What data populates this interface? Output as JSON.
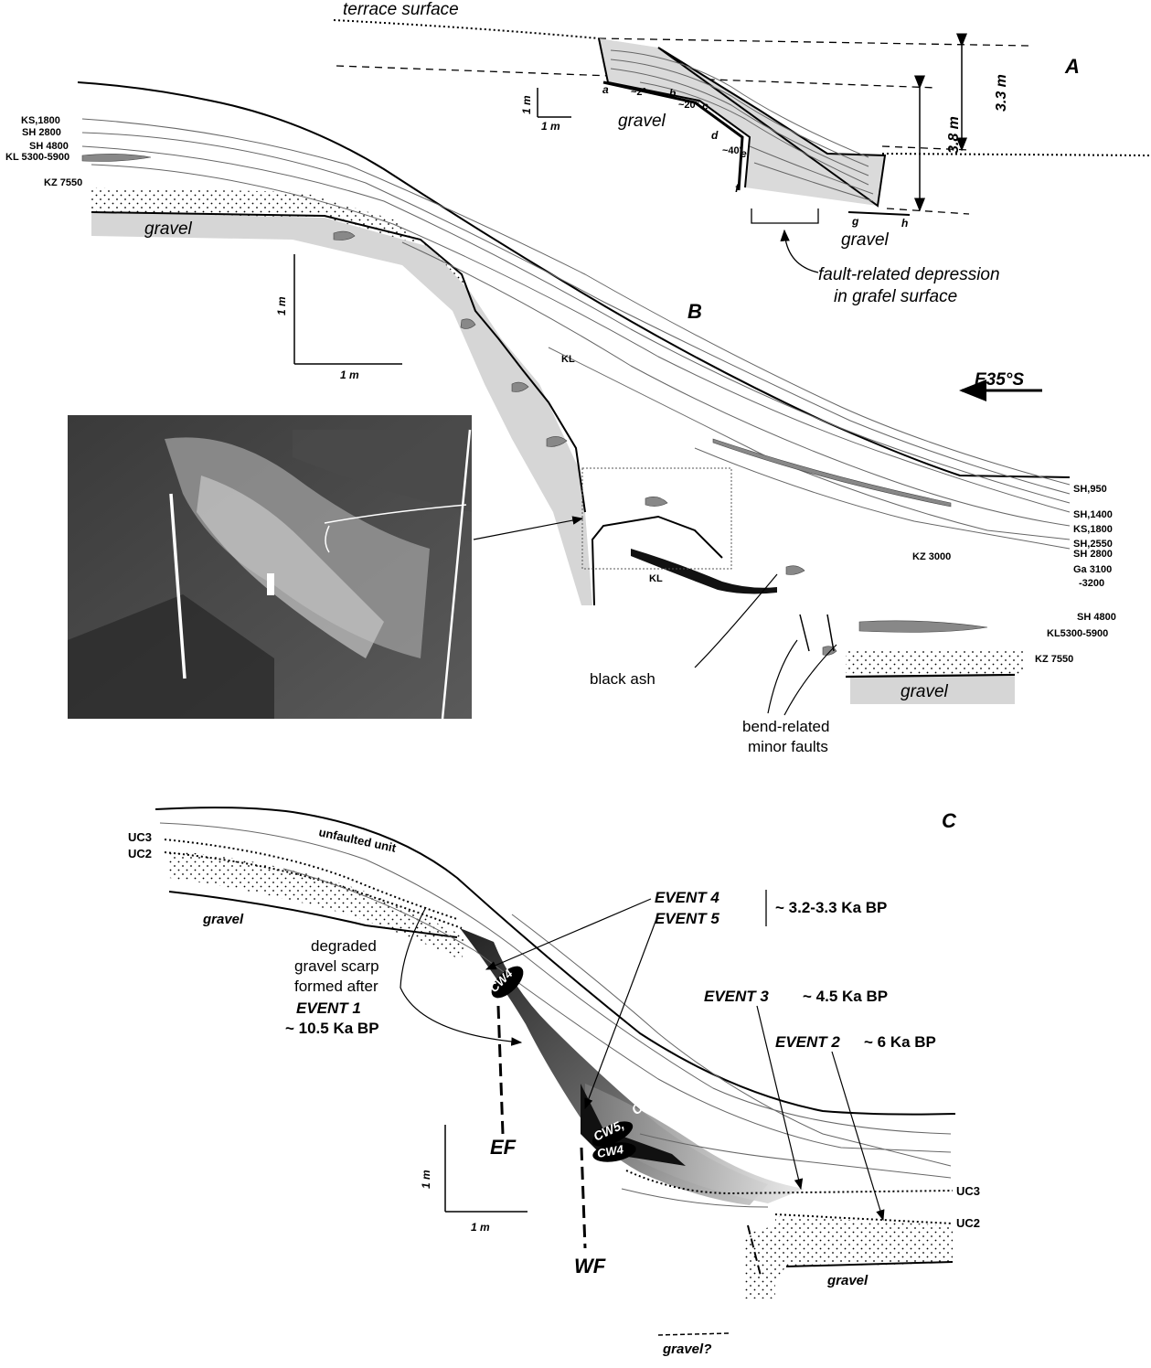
{
  "panel_a": {
    "label": "A",
    "terrace_surface": "terrace surface",
    "gravel_top": "gravel",
    "gravel_bottom": "gravel",
    "height_outer": "3.3 m",
    "height_inner": "3.8 m",
    "scale_v": "1 m",
    "scale_h": "1 m",
    "angles": [
      "~2°",
      "~20°",
      "~40°"
    ],
    "points": [
      "a",
      "b",
      "c",
      "d",
      "e",
      "f",
      "g",
      "h"
    ],
    "depression_note_1": "fault-related depression",
    "depression_note_2": "in grafel surface"
  },
  "panel_b": {
    "label": "B",
    "direction": "E35°S",
    "scale_v": "1 m",
    "scale_h": "1 m",
    "gravel_left": "gravel",
    "gravel_right": "gravel",
    "left_units": [
      "KS,1800",
      "SH 2800",
      "SH 4800",
      "KL 5300-5900",
      "KZ 7550"
    ],
    "right_units_upper": [
      "SH,950",
      "SH,1400",
      "KS,1800",
      "SH,2550",
      "SH 2800"
    ],
    "ga_1": "Ga 3100",
    "ga_2": "-3200",
    "kz3000": "KZ 3000",
    "right_units_lower": [
      "SH 4800",
      "KL5300-5900",
      "KZ 7550"
    ],
    "kl_top": "KL",
    "kl_bottom": "KL",
    "black_ash": "black ash",
    "bend_1": "bend-related",
    "bend_2": "minor faults"
  },
  "panel_c": {
    "label": "C",
    "uc3_left": "UC3",
    "uc2_left": "UC2",
    "unfaulted": "unfaulted unit",
    "gravel_left": "gravel",
    "gravel_right": "gravel",
    "gravel_q": "gravel?",
    "event4": "EVENT 4",
    "event5": "EVENT 5",
    "age45": "~ 3.2-3.3 Ka BP",
    "event3": "EVENT 3",
    "age3": "~ 4.5 Ka BP",
    "event2": "EVENT 2",
    "age2": "~ 6 Ka BP",
    "degraded_1": "degraded",
    "degraded_2": "gravel scarp",
    "degraded_3": "formed after",
    "event1": "EVENT 1",
    "age1": "~ 10.5 Ka BP",
    "cw4_top": "CW4",
    "cw5_a": "CW5,",
    "cw5_b": "CW5,",
    "cw4_b": "CW4",
    "ef": "EF",
    "wf": "WF",
    "uc3_right": "UC3",
    "uc2_right": "UC2",
    "scale_v": "1 m",
    "scale_h": "1 m"
  }
}
